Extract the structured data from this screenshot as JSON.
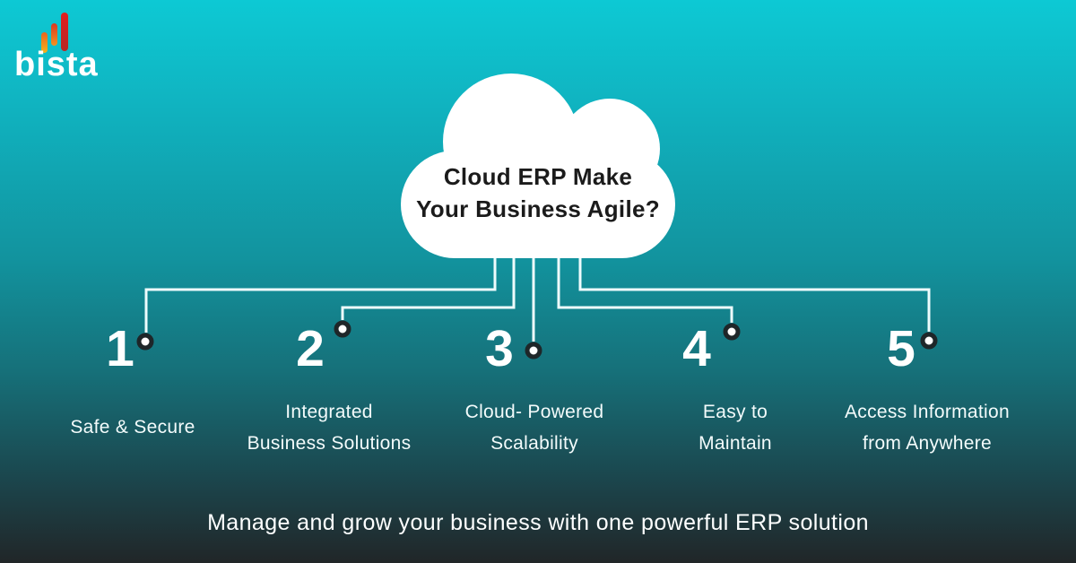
{
  "brand": {
    "name": "bista",
    "logo_icon": "growth-bars-icon",
    "logo_colors": {
      "yellow": "#f6b31c",
      "orange": "#f29220",
      "red": "#d8281f"
    }
  },
  "cloud": {
    "title_line1": "Cloud ERP Make",
    "title_line2": "Your Business Agile?"
  },
  "items": [
    {
      "number": "1",
      "label_lines": [
        "Safe & Secure"
      ]
    },
    {
      "number": "2",
      "label_lines": [
        "Integrated",
        "Business Solutions"
      ]
    },
    {
      "number": "3",
      "label_lines": [
        "Cloud- Powered",
        "Scalability"
      ]
    },
    {
      "number": "4",
      "label_lines": [
        "Easy to",
        "Maintain"
      ]
    },
    {
      "number": "5",
      "label_lines": [
        "Access Information",
        "from Anywhere"
      ]
    }
  ],
  "footer": {
    "tagline": "Manage and grow your business with one powerful ERP solution"
  },
  "colors": {
    "background_top": "#0dc9d4",
    "background_mid": "#12939e",
    "background_bottom": "#212628",
    "connector_line": "#eefcfd",
    "dot_fill": "#ffffff",
    "dot_ring": "#1e2629",
    "cloud_fill": "#ffffff",
    "cloud_text": "#1b1b1b",
    "text": "#ffffff"
  }
}
